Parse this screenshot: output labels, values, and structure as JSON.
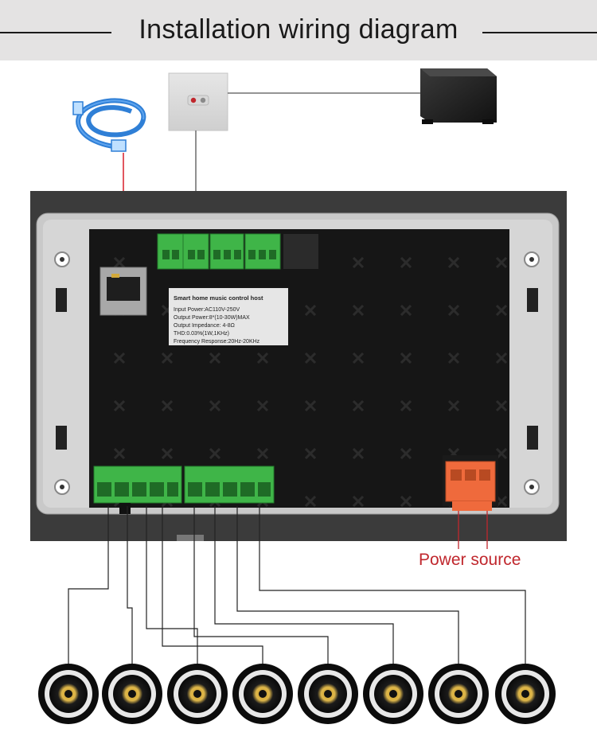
{
  "title": "Installation wiring diagram",
  "device_label": {
    "heading": "Smart home music control host",
    "lines": [
      "Input Power:AC110V-250V",
      "Output Power:8*(10-30W)MAX",
      "Output Impedance: 4-8Ω",
      "THD:0.03%(1W,1KHz)",
      "Frequency Response:20Hz-20KHz"
    ]
  },
  "power_label": "Power source",
  "colors": {
    "ethernet_wire": "#d81e2a",
    "speaker_wire": "#222222",
    "terminal_green": "#3fb548",
    "terminal_orange": "#ef6a3c",
    "power_text": "#c0272d",
    "ethernet_cable": "#2f7fd6"
  },
  "icons": [
    "ethernet-cable-icon",
    "wall-socket-icon",
    "subwoofer-icon",
    "speaker-icon"
  ],
  "speaker_count": 8
}
